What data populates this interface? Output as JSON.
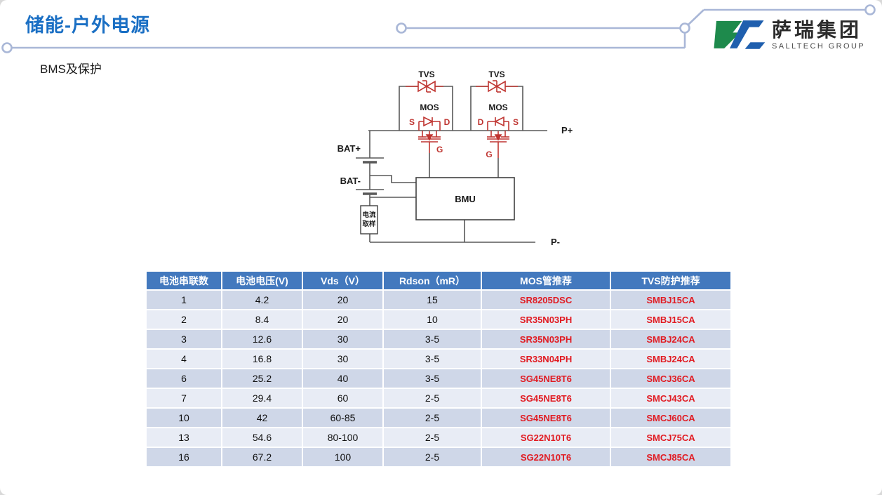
{
  "slide": {
    "title": "储能-户外电源",
    "subtitle": "BMS及保护"
  },
  "logo": {
    "name_cn": "萨瑞集团",
    "name_en": "SALLTECH GROUP"
  },
  "circuit": {
    "tvs1_label": "TVS",
    "tvs2_label": "TVS",
    "mos1_label": "MOS",
    "mos2_label": "MOS",
    "mos1_s": "S",
    "mos1_d": "D",
    "mos1_g": "G",
    "mos2_d": "D",
    "mos2_s": "S",
    "mos2_g": "G",
    "bat_plus": "BAT+",
    "bat_minus": "BAT-",
    "bmu_label": "BMU",
    "current_sample_line1": "电流",
    "current_sample_line2": "取样",
    "p_plus": "P+",
    "p_minus": "P-"
  },
  "table": {
    "columns": [
      "电池串联数",
      "电池电压(V)",
      "Vds（V）",
      "Rdson（mR）",
      "MOS管推荐",
      "TVS防护推荐"
    ],
    "rows": [
      [
        "1",
        "4.2",
        "20",
        "15",
        "SR8205DSC",
        "SMBJ15CA"
      ],
      [
        "2",
        "8.4",
        "20",
        "10",
        "SR35N03PH",
        "SMBJ15CA"
      ],
      [
        "3",
        "12.6",
        "30",
        "3-5",
        "SR35N03PH",
        "SMBJ24CA"
      ],
      [
        "4",
        "16.8",
        "30",
        "3-5",
        "SR33N04PH",
        "SMBJ24CA"
      ],
      [
        "6",
        "25.2",
        "40",
        "3-5",
        "SG45NE8T6",
        "SMCJ36CA"
      ],
      [
        "7",
        "29.4",
        "60",
        "2-5",
        "SG45NE8T6",
        "SMCJ43CA"
      ],
      [
        "10",
        "42",
        "60-85",
        "2-5",
        "SG45NE8T6",
        "SMCJ60CA"
      ],
      [
        "13",
        "54.6",
        "80-100",
        "2-5",
        "SG22N10T6",
        "SMCJ75CA"
      ],
      [
        "16",
        "67.2",
        "100",
        "2-5",
        "SG22N10T6",
        "SMCJ85CA"
      ]
    ]
  },
  "colors": {
    "title_blue": "#1a6fc4",
    "table_header_blue": "#4379be",
    "row_dark": "#cfd7e8",
    "row_light": "#e8ecf5",
    "part_red": "#e11b22",
    "circuit_red": "#bf3430",
    "circuit_gray": "#595959",
    "decor_line": "#a9b7d7",
    "logo_green": "#1e8a4c",
    "logo_blue": "#1f5fae"
  }
}
